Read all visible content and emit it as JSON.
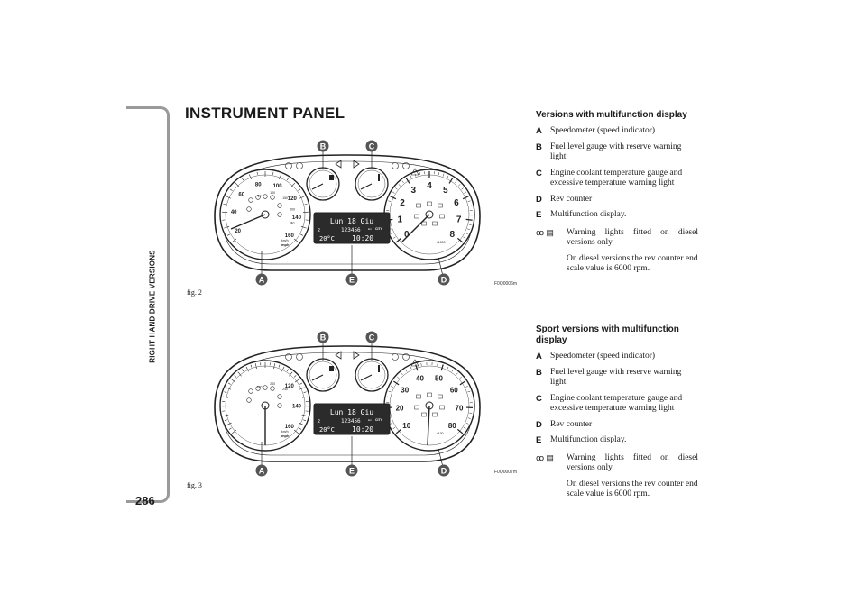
{
  "page": {
    "number": "286",
    "section_label": "RIGHT HAND DRIVE VERSIONS",
    "title": "INSTRUMENT PANEL"
  },
  "figures": [
    {
      "caption": "fig. 2",
      "code": "F0Q0006m",
      "callouts": [
        "A",
        "B",
        "C",
        "D",
        "E"
      ],
      "display": {
        "line1": "Lun 18 Giu",
        "odo": "123456",
        "odo_unit": "km",
        "mode": "CITY",
        "temp": "20°C",
        "time": "10:20",
        "gear": "2"
      },
      "speedo_labels": [
        "20",
        "40",
        "60",
        "80",
        "100",
        "120",
        "140",
        "160"
      ],
      "speedo_inner": [
        "50",
        "100",
        "150",
        "200",
        "240"
      ],
      "speedo_units": [
        "km/h",
        "mph"
      ],
      "rev_labels": [
        "0",
        "1",
        "2",
        "3",
        "4",
        "5",
        "6",
        "7",
        "8"
      ],
      "rev_unit": "x1000"
    },
    {
      "caption": "fig. 3",
      "code": "F0Q0007m",
      "callouts": [
        "A",
        "B",
        "C",
        "D",
        "E"
      ],
      "display": {
        "line1": "Lun 18 Giu",
        "odo": "123456",
        "odo_unit": "km",
        "mode": "CITY",
        "temp": "20°C",
        "time": "10:20",
        "gear": "2"
      },
      "speedo_labels": [
        "120",
        "140",
        "160"
      ],
      "speedo_inner": [
        "180",
        "200",
        "240"
      ],
      "speedo_units": [
        "km/h",
        "mph"
      ],
      "rev_labels": [
        "10",
        "20",
        "30",
        "40",
        "50",
        "60",
        "70",
        "80"
      ],
      "rev_unit": "x100"
    }
  ],
  "sections": [
    {
      "heading": "Versions with multifunction display",
      "items": [
        {
          "letter": "A",
          "text": "Speedometer (speed indicator)"
        },
        {
          "letter": "B",
          "text": "Fuel level gauge with reserve warning light"
        },
        {
          "letter": "C",
          "text": "Engine coolant temperature gauge and excessive temperature warning light"
        },
        {
          "letter": "D",
          "text": "Rev counter"
        },
        {
          "letter": "E",
          "text": "Multifunction display."
        }
      ],
      "note": "Warning lights fitted on diesel versions only",
      "note_sub": "On diesel versions the rev counter end scale value is 6000 rpm."
    },
    {
      "heading": "Sport versions with multifunction display",
      "items": [
        {
          "letter": "A",
          "text": "Speedometer (speed indicator)"
        },
        {
          "letter": "B",
          "text": "Fuel level gauge with reserve warning light"
        },
        {
          "letter": "C",
          "text": "Engine coolant temperature gauge and excessive temperature warning light"
        },
        {
          "letter": "D",
          "text": "Rev counter"
        },
        {
          "letter": "E",
          "text": "Multifunction display."
        }
      ],
      "note": "Warning lights fitted on diesel versions only",
      "note_sub": "On diesel versions the rev counter end scale value is 6000 rpm."
    }
  ],
  "icons": {
    "glow_plug": "glow-plug-icon",
    "water_in_fuel": "water-in-fuel-icon"
  },
  "colors": {
    "callout": "#555555",
    "display": "#2b2b2b",
    "text": "#1a1a1a",
    "frame": "#9a9a9a"
  }
}
